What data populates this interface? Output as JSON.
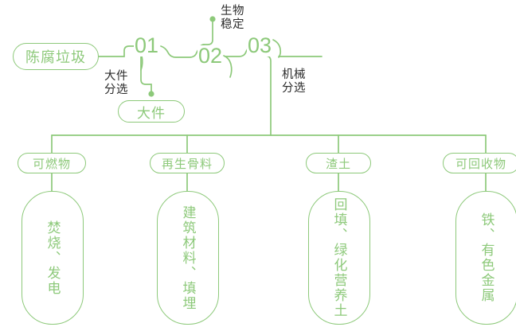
{
  "theme": {
    "line_color": "#8DC97A",
    "accent_color": "#8DC97A",
    "note_text_color": "#2b2b2b",
    "background": "#ffffff"
  },
  "flow": {
    "input": {
      "label": "陈腐垃圾"
    },
    "stages": [
      {
        "number": "01",
        "note": "大件\n分选"
      },
      {
        "number": "02",
        "note": "生物\n稳定"
      },
      {
        "number": "03",
        "note": "机械\n分选"
      }
    ],
    "side_output": {
      "label": "大件"
    },
    "outputs": [
      {
        "category": "可燃物",
        "result": "焚烧、发电"
      },
      {
        "category": "再生骨料",
        "result": "建筑材料、填埋"
      },
      {
        "category": "渣土",
        "result": "回填、绿化营养土"
      },
      {
        "category": "可回收物",
        "result": "铁、有色金属"
      }
    ]
  }
}
